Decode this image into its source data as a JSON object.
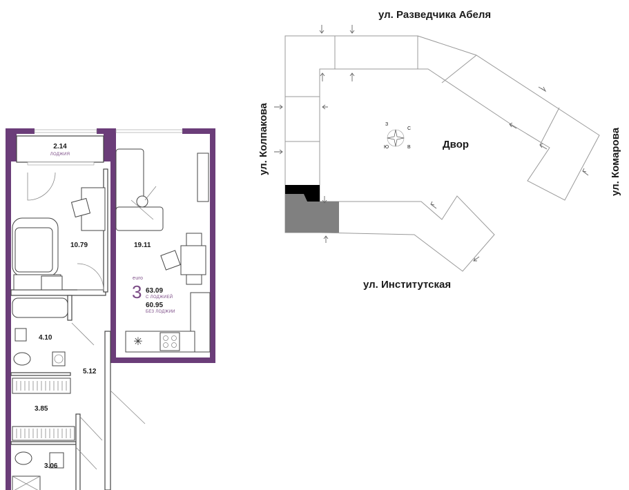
{
  "site_plan": {
    "streets": {
      "top": "ул. Разведчика Абеля",
      "left": "ул. Колпакова",
      "right": "ул. Комарова",
      "bottom": "ул. Институтская"
    },
    "yard_label": "Двор",
    "compass_letters": [
      "С",
      "В",
      "Ю",
      "З"
    ]
  },
  "apartment": {
    "type_label": "euro",
    "rooms": "3",
    "area_with_loggia": "63.09",
    "with_loggia_label": "С ЛОДЖИЕЙ",
    "area_without_loggia": "60.95",
    "without_loggia_label": "БЕЗ ЛОДЖИИ",
    "loggia_area": "2.14",
    "loggia_label": "ЛОДЖИЯ",
    "rooms_areas": {
      "bedroom": "10.79",
      "living": "19.11",
      "bathroom": "4.10",
      "hall": "5.12",
      "wardrobe": "3.85",
      "wc": "3.06"
    },
    "wall_color": "#6b3d79",
    "accent_color": "#7a4a85"
  }
}
